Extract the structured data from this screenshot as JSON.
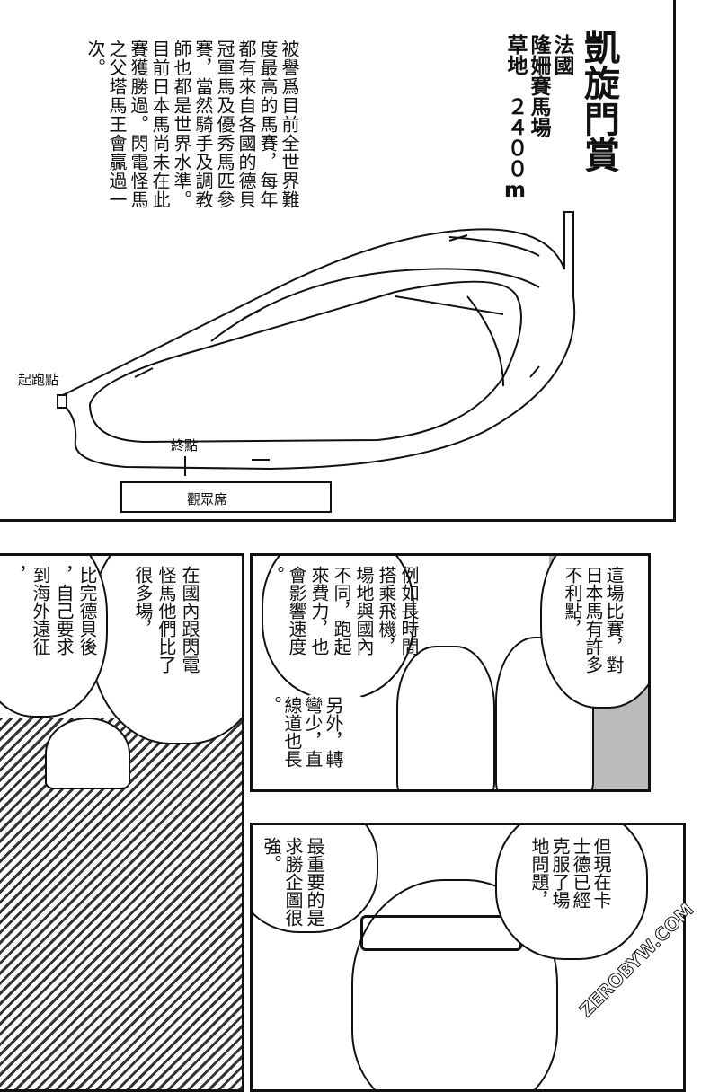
{
  "race_info": {
    "title": "凱旋門賞",
    "country": "法國",
    "venue": "隆姍賽馬場",
    "surface_distance": "草地　２４００m",
    "description": "被譽爲目前全世界難\n度最高的馬賽，每年\n都有來自各國的德貝\n冠軍馬及優秀馬匹參\n賽，當然騎手及調教\n師也都是世界水準。\n目前日本馬尚未在此\n賽獲勝過。閃電怪馬\n之父塔馬王會贏過一\n次。"
  },
  "track_map": {
    "start_label": "起跑點",
    "finish_label": "終點",
    "stands_label": "觀眾席"
  },
  "panel_suits": {
    "bubble_1": "這場比賽，對\n日本馬有許多\n不利點，",
    "bubble_2": "例如長時間\n搭乘飛機，\n場地與國內\n不同，跑起\n來費力，也\n會影響速度\n。",
    "bubble_3": "另外，轉\n彎少，直\n線道也長\n。"
  },
  "panel_jockey": {
    "bubble_1": "在國內跟閃電\n怪馬他們比了\n很多場，",
    "bubble_2": "比完德貝後\n，自己要求\n到海外遠征\n，"
  },
  "panel_closeup": {
    "bubble_1": "但現在卡\n士德已經\n克服了場\n地問題，",
    "bubble_2": "最重要的是\n求勝企圖很\n強。"
  },
  "watermark": "ZEROBYW.COM"
}
